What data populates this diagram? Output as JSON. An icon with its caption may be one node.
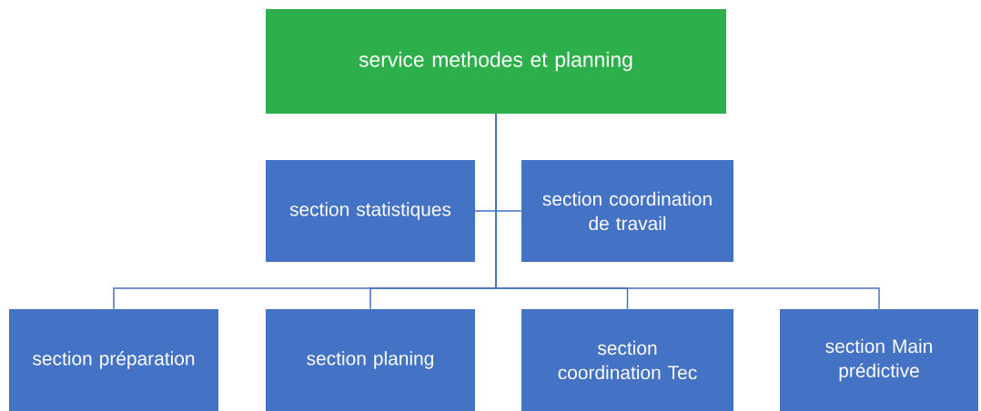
{
  "diagram": {
    "nodes": [
      {
        "text": [
          "service methodes et planning"
        ]
      },
      {
        "text": [
          "section statistiques"
        ]
      },
      {
        "text": [
          "section coordination de travail"
        ]
      },
      {
        "text": [
          "section préparation"
        ]
      },
      {
        "text": [
          "section planing"
        ]
      },
      {
        "text": [
          "section coordination Tec"
        ]
      },
      {
        "text": [
          "section Main prédictive"
        ]
      }
    ],
    "edges": [
      {
        "from": 0,
        "to": 1,
        "arrow": "none"
      },
      {
        "from": 0,
        "to": 2,
        "arrow": "none"
      },
      {
        "from": 0,
        "to": 3,
        "arrow": "none"
      },
      {
        "from": 0,
        "to": 4,
        "arrow": "none"
      },
      {
        "from": 0,
        "to": 5,
        "arrow": "none"
      },
      {
        "from": 0,
        "to": 6,
        "arrow": "none"
      }
    ]
  }
}
